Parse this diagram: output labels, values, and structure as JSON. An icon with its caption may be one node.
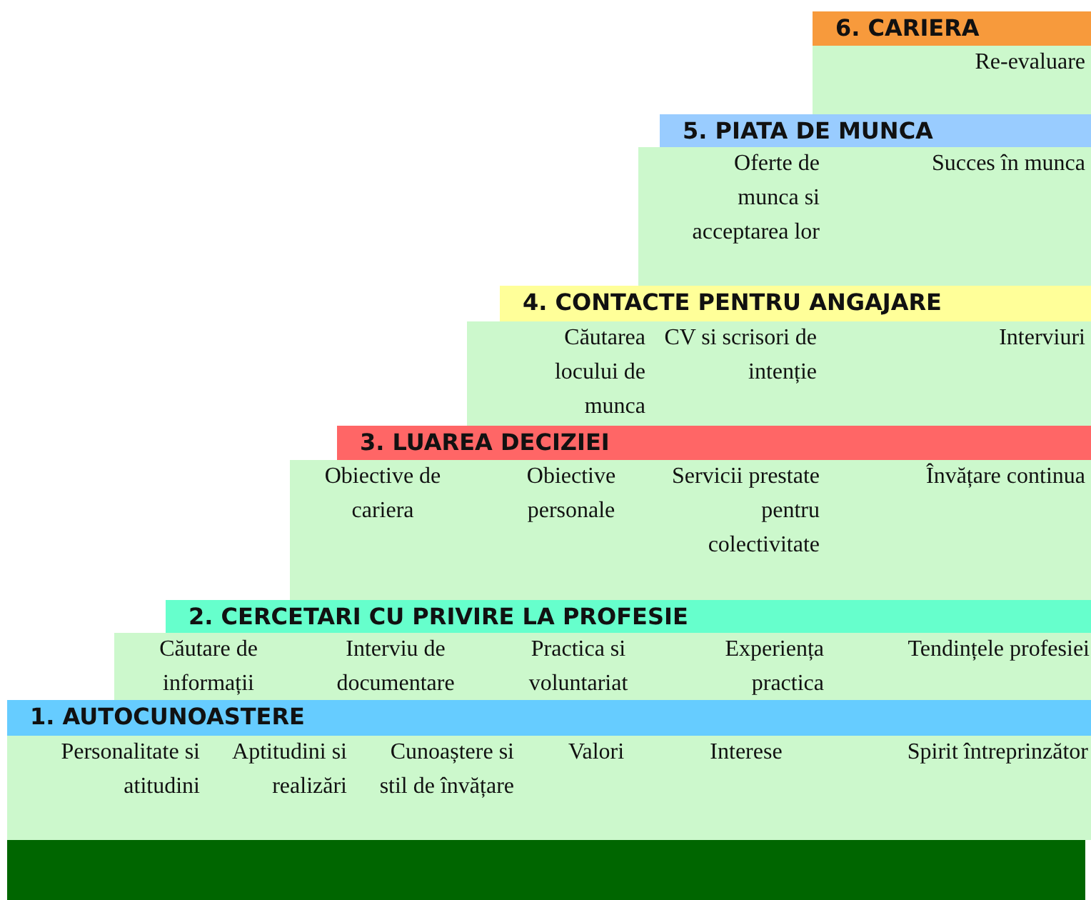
{
  "diagram": {
    "nodes": [
      {
        "text": [
          "6. CARIERA"
        ]
      },
      {
        "text": [
          "Re-evaluare"
        ],
        "in": 0
      },
      {
        "text": [
          "5. PIATA DE MUNCA"
        ]
      },
      {
        "text": [
          "Oferte de munca si acceptarea lor"
        ],
        "in": 2
      },
      {
        "text": [
          "Succes în munca"
        ],
        "in": 2
      },
      {
        "text": [
          "4. CONTACTE PENTRU ANGAJARE"
        ]
      },
      {
        "text": [
          "Căutarea locului de munca"
        ],
        "in": 5
      },
      {
        "text": [
          "CV si scrisori de intenție"
        ],
        "in": 5
      },
      {
        "text": [
          "Interviuri"
        ],
        "in": 5
      },
      {
        "text": [
          "3. LUAREA DECIZIEI"
        ]
      },
      {
        "text": [
          "Obiective de cariera"
        ],
        "in": 9
      },
      {
        "text": [
          "Obiective personale"
        ],
        "in": 9
      },
      {
        "text": [
          "Servicii prestate pentru colectivitate"
        ],
        "in": 9
      },
      {
        "text": [
          "Învățare continua"
        ],
        "in": 9
      },
      {
        "text": [
          "2. CERCETARI CU PRIVIRE LA PROFESIE"
        ]
      },
      {
        "text": [
          "Căutare de informații"
        ],
        "in": 14
      },
      {
        "text": [
          "Interviu de documentare"
        ],
        "in": 14
      },
      {
        "text": [
          "Practica si voluntariat"
        ],
        "in": 14
      },
      {
        "text": [
          "Experiența practica"
        ],
        "in": 14
      },
      {
        "text": [
          "Tendințele profesiei"
        ],
        "in": 14
      },
      {
        "text": [
          "1. AUTOCUNOASTERE"
        ]
      },
      {
        "text": [
          "Personalitate si atitudini"
        ],
        "in": 20
      },
      {
        "text": [
          "Aptitudini si realizări"
        ],
        "in": 20
      },
      {
        "text": [
          "Cunoaștere si stil de învățare"
        ],
        "in": 20
      },
      {
        "text": [
          "Valori"
        ],
        "in": 20
      },
      {
        "text": [
          "Interese"
        ],
        "in": 20
      },
      {
        "text": [
          "Spirit întreprinzător"
        ],
        "in": 20
      },
      {
        "text": [],
        "shape": "bar"
      }
    ]
  }
}
